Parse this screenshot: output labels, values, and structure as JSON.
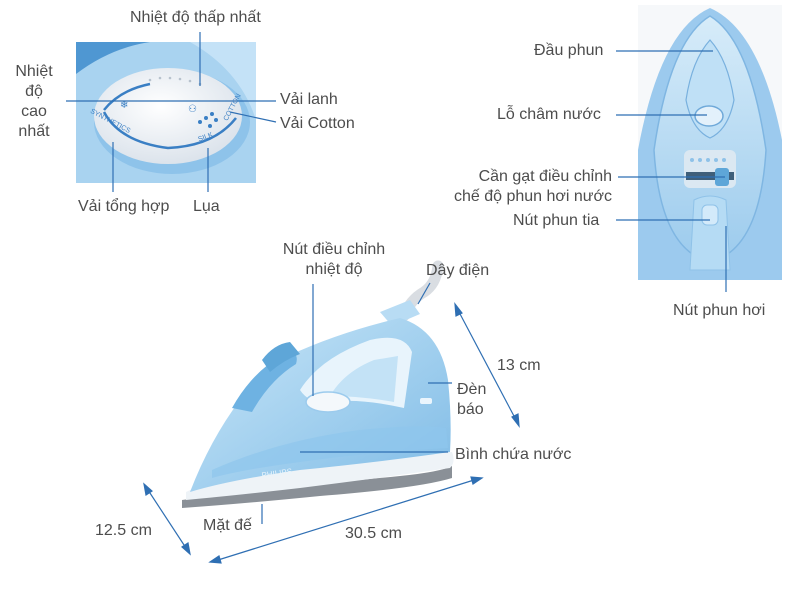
{
  "dial": {
    "labels": {
      "min_temp": "Nhiệt độ thấp nhất",
      "max_temp": [
        "Nhiệt",
        "độ",
        "cao",
        "nhất"
      ],
      "linen": "Vải lanh",
      "cotton": "Vải Cotton",
      "synthetic": "Vải tổng hợp",
      "silk": "Lụa"
    },
    "printed": {
      "synthetics": "SYNTHETICS",
      "silk": "SILK",
      "cotton": "COTTON"
    }
  },
  "top_view": {
    "labels": {
      "nozzle": "Đầu phun",
      "water_hole": "Lỗ châm nước",
      "steam_lever": [
        "Cần gạt điều chỉnh",
        "chế độ phun hơi nước"
      ],
      "spray_button": "Nút phun tia",
      "steam_button": "Nút phun hơi"
    }
  },
  "side_view": {
    "labels": {
      "temp_knob": [
        "Nút điều chỉnh",
        "nhiệt độ"
      ],
      "cord": "Dây điện",
      "light": [
        "Đèn",
        "báo"
      ],
      "tank": "Bình chứa nước",
      "soleplate": "Mặt đế"
    },
    "brand": "PHILIPS"
  },
  "dimensions": {
    "height": "13 cm",
    "width": "12.5 cm",
    "length": "30.5 cm"
  },
  "colors": {
    "iron_blue": "#a8d2ee",
    "iron_dark": "#5ea6d8",
    "leader": "#2f6fb3",
    "dial_face": "#eef2f6"
  }
}
